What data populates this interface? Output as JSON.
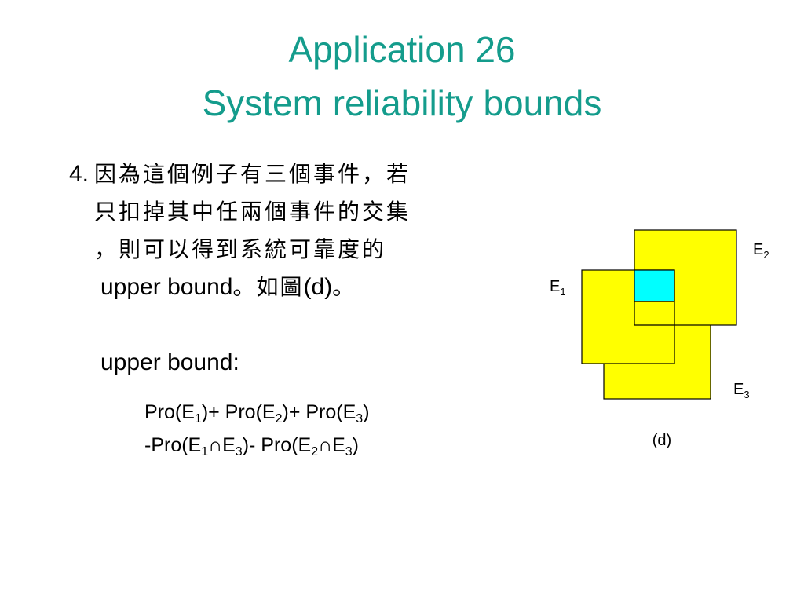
{
  "slide": {
    "title_line1": "Application 26",
    "title_line2": "System reliability bounds",
    "bullet": {
      "number": "4.",
      "lines": [
        "因為這個例子有三個事件，若",
        "只扣掉其中任兩個事件的交集",
        "，則可以得到系統可靠度的"
      ],
      "line4_en1": "upper bound",
      "line4_cjk1": "。如圖",
      "line4_en2": "(d)",
      "line4_cjk2": "。"
    },
    "upper_bound_label": "upper bound:",
    "formula": {
      "line1": [
        {
          "t": "Pro(E"
        },
        {
          "s": "1"
        },
        {
          "t": ")+ Pro(E"
        },
        {
          "s": "2"
        },
        {
          "t": ")+ Pro(E"
        },
        {
          "s": "3"
        },
        {
          "t": ")"
        }
      ],
      "line2": [
        {
          "t": "-Pro(E"
        },
        {
          "s": "1"
        },
        {
          "t": "∩E"
        },
        {
          "s": "3"
        },
        {
          "t": ")- Pro(E"
        },
        {
          "s": "2"
        },
        {
          "t": "∩E"
        },
        {
          "s": "3"
        },
        {
          "t": ")"
        }
      ]
    }
  },
  "diagram": {
    "caption": "(d)",
    "events": [
      {
        "letter": "E",
        "sub": "1"
      },
      {
        "letter": "E",
        "sub": "2"
      },
      {
        "letter": "E",
        "sub": "3"
      }
    ],
    "colors": {
      "title": "#149c8c",
      "set_fill": "#ffff00",
      "intersection_fill": "#00ffff",
      "stroke": "#000000"
    }
  }
}
